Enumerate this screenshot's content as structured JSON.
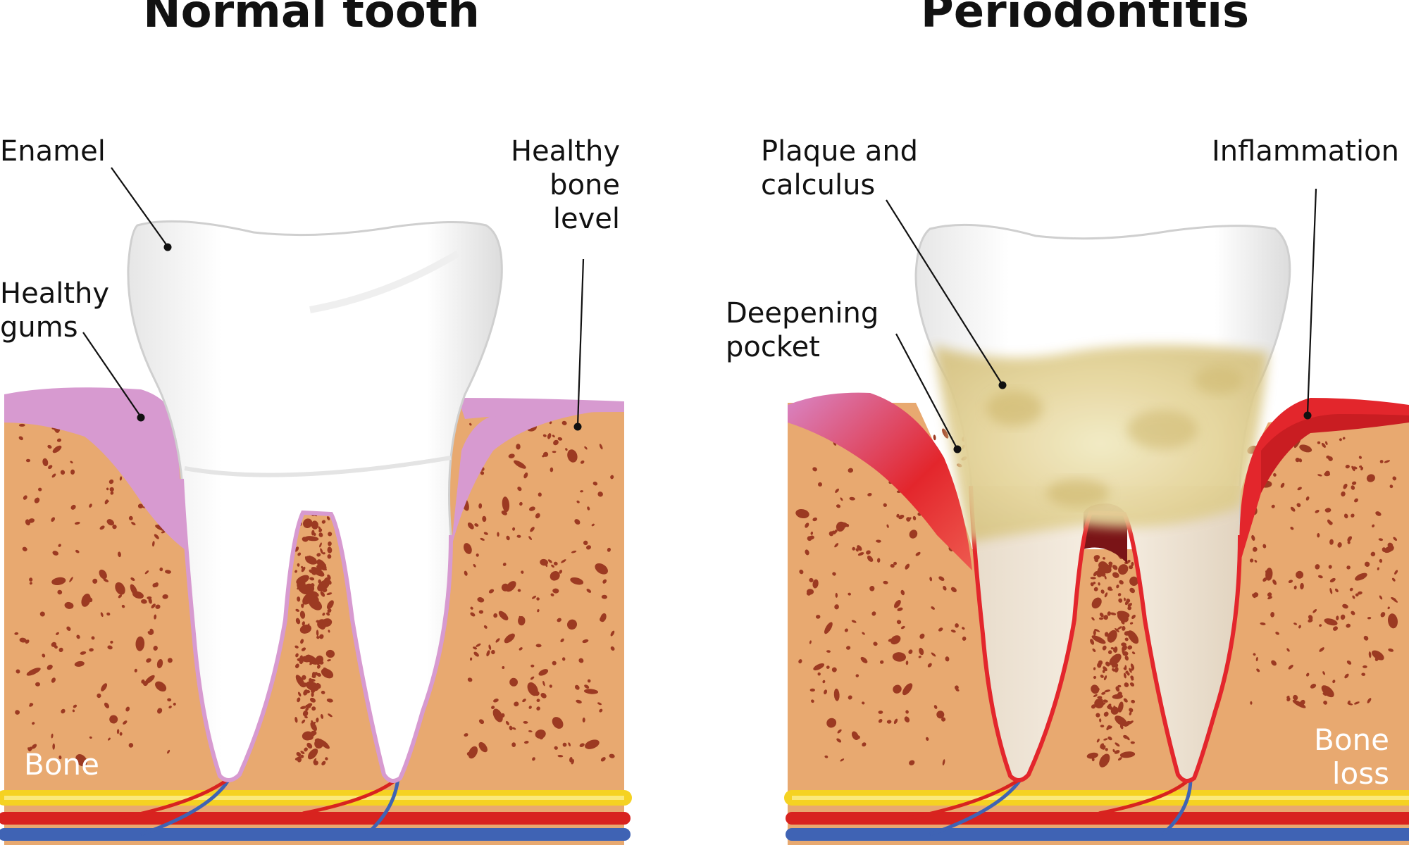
{
  "normal": {
    "title": "Normal tooth",
    "enamel": "Enamel",
    "healthy_gums": [
      "Healthy",
      "gums"
    ],
    "healthy_bone_level": [
      "Healthy",
      "bone",
      "level"
    ],
    "bone": "Bone"
  },
  "perio": {
    "title": "Periodontitis",
    "plaque": [
      "Plaque and",
      "calculus"
    ],
    "inflammation": "Inflammation",
    "pocket": [
      "Deepening",
      "pocket"
    ],
    "bone_loss": [
      "Bone",
      "loss"
    ]
  },
  "colors": {
    "bone": "#e8a970",
    "bone_pore": "#9c3a22",
    "healthy_gum": "#d79ad0",
    "inflamed_gum": "#e3262c",
    "enamel": "#ffffff",
    "plaque": "#e3d49c",
    "nerve": "#f5d222",
    "artery": "#d8231f",
    "vein": "#3f63b4"
  }
}
